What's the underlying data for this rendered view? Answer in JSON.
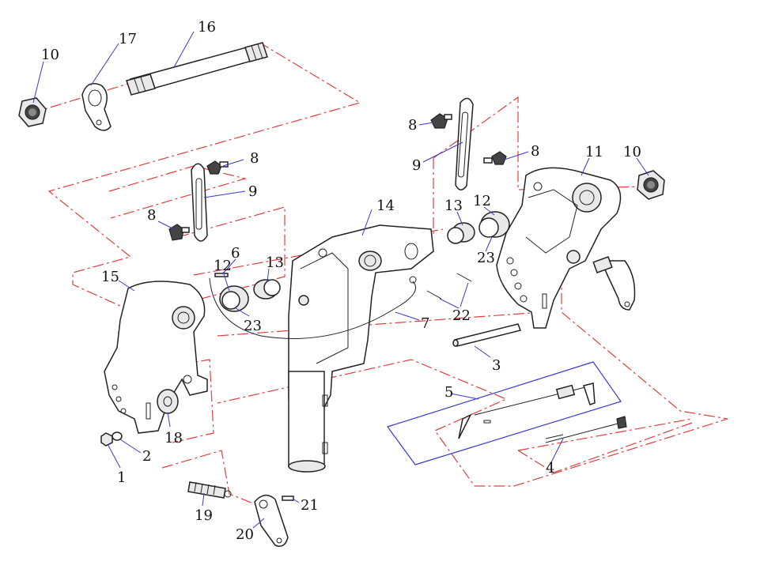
{
  "callouts": [
    {
      "id": "c10a",
      "text": "10"
    },
    {
      "id": "c17",
      "text": "17"
    },
    {
      "id": "c16",
      "text": "16"
    },
    {
      "id": "c8a",
      "text": "8"
    },
    {
      "id": "c9a",
      "text": "9"
    },
    {
      "id": "c8b",
      "text": "8"
    },
    {
      "id": "c8c",
      "text": "8"
    },
    {
      "id": "c9b",
      "text": "9"
    },
    {
      "id": "c8d",
      "text": "8"
    },
    {
      "id": "c11",
      "text": "11"
    },
    {
      "id": "c10b",
      "text": "10"
    },
    {
      "id": "c14",
      "text": "14"
    },
    {
      "id": "c13a",
      "text": "13"
    },
    {
      "id": "c12a",
      "text": "12"
    },
    {
      "id": "c23a",
      "text": "23"
    },
    {
      "id": "c15",
      "text": "15"
    },
    {
      "id": "c6",
      "text": "6"
    },
    {
      "id": "c12b",
      "text": "12"
    },
    {
      "id": "c13b",
      "text": "13"
    },
    {
      "id": "c23b",
      "text": "23"
    },
    {
      "id": "c7",
      "text": "7"
    },
    {
      "id": "c22",
      "text": "22"
    },
    {
      "id": "c3",
      "text": "3"
    },
    {
      "id": "c5",
      "text": "5"
    },
    {
      "id": "c18",
      "text": "18"
    },
    {
      "id": "c2",
      "text": "2"
    },
    {
      "id": "c1",
      "text": "1"
    },
    {
      "id": "c4",
      "text": "4"
    },
    {
      "id": "c19",
      "text": "19"
    },
    {
      "id": "c20",
      "text": "20"
    },
    {
      "id": "c21",
      "text": "21"
    }
  ]
}
